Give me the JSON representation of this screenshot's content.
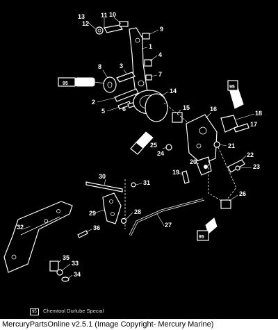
{
  "diagram": {
    "callouts": [
      "1",
      "2",
      "3",
      "4",
      "5",
      "6",
      "7",
      "8",
      "9",
      "10",
      "11",
      "12",
      "13",
      "14",
      "15",
      "16",
      "17",
      "18",
      "19",
      "20",
      "21",
      "22",
      "23",
      "24",
      "25",
      "26",
      "27",
      "28",
      "29",
      "30",
      "31",
      "32",
      "33",
      "34",
      "35",
      "36"
    ],
    "tube_labels": [
      "95",
      "95",
      "95"
    ]
  },
  "legend": {
    "badge": "95",
    "text": "Chemtool Durlube Special"
  },
  "footer": {
    "text": "MercuryPartsOnline v2.5.1 (Image Copyright- Mercury Marine)"
  }
}
